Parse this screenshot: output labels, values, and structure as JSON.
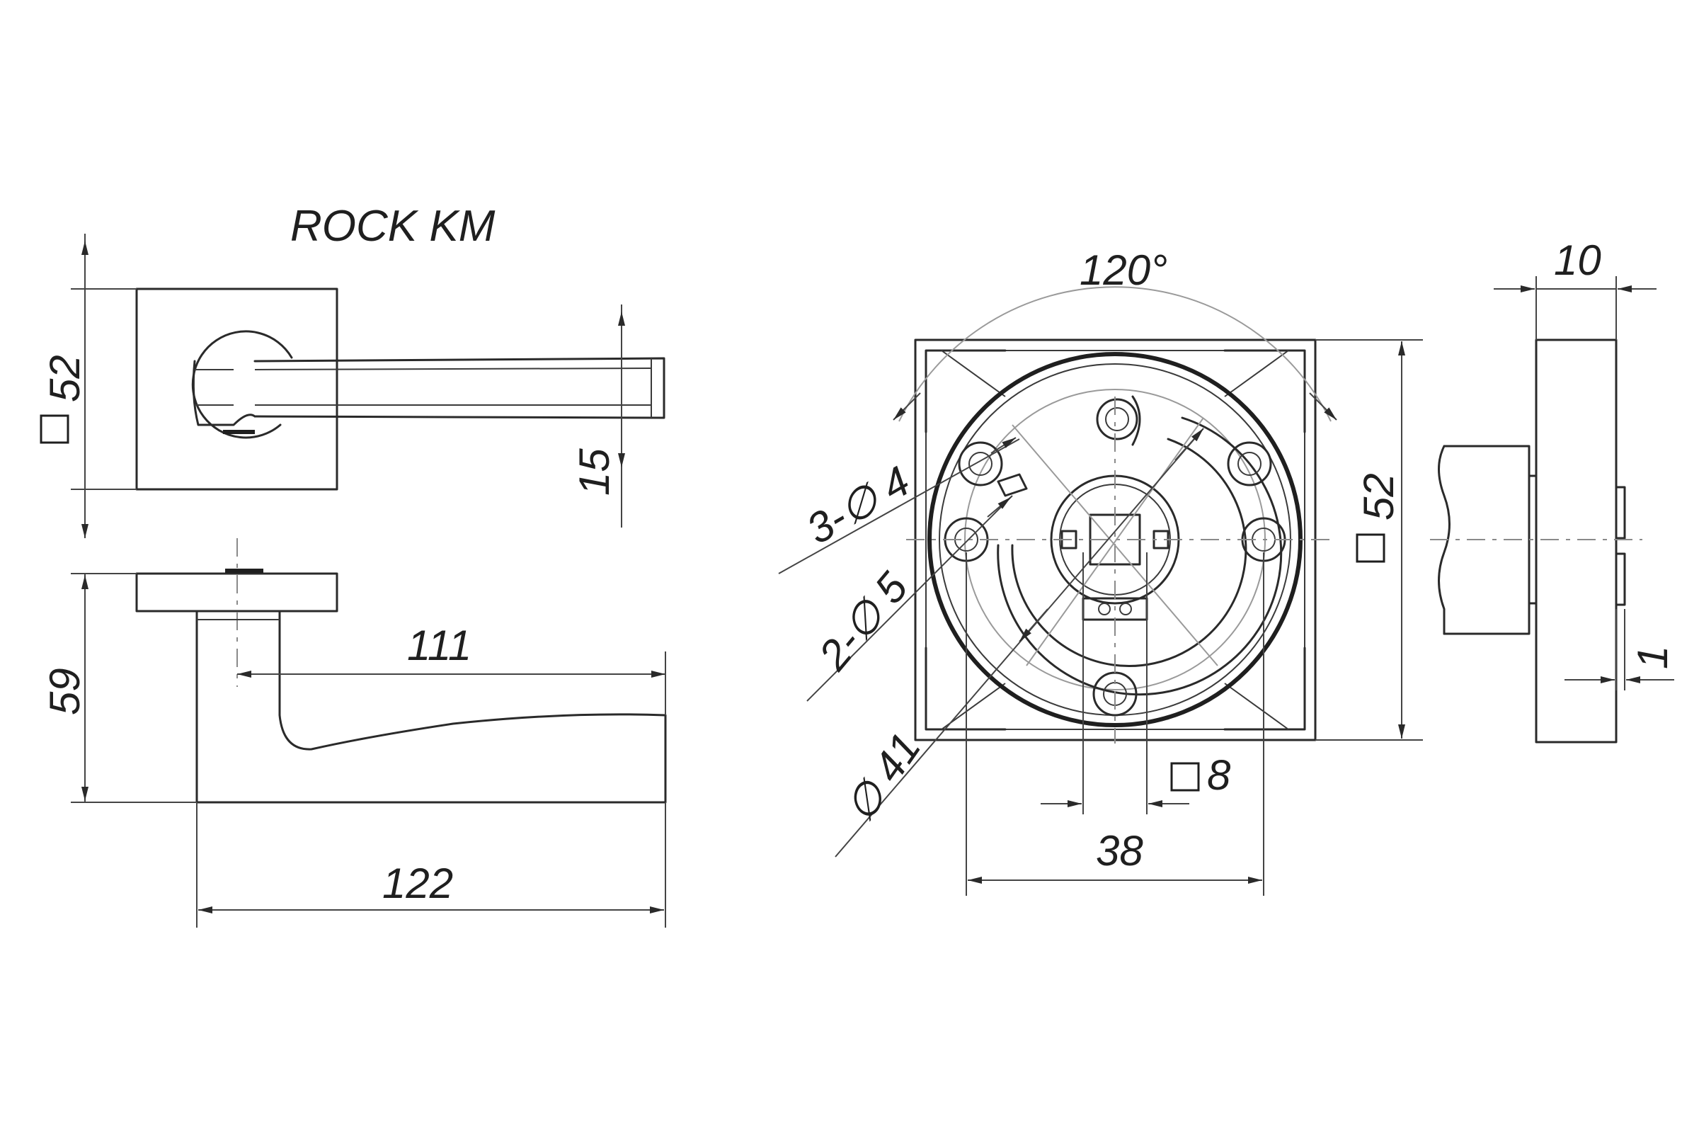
{
  "title": "ROCK KM",
  "dimensions": {
    "rose_square": "52",
    "lever_thickness": "15",
    "lever_reach": "111",
    "projection": "59",
    "overall_length": "122",
    "rotation_angle": "120°",
    "holes_small": "3-∅ 4",
    "holes_large": "2-∅ 5",
    "circle_diameter": "∅ 41",
    "plate_square": "52",
    "spindle_square": "8",
    "hole_spacing": "38",
    "rose_depth": "10",
    "offset": "1"
  }
}
